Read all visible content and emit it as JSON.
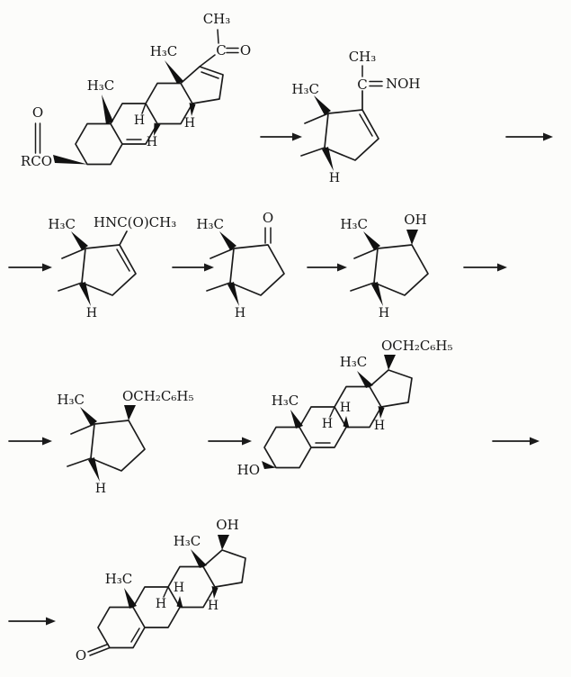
{
  "figure": {
    "kind": "scanned reaction scheme",
    "description": "Multi-step steroid synthesis: 16-dehydropregnenolone ester to testosterone",
    "background": "#fcfcfa",
    "ink": "#1b1b1b",
    "arrow_count": 10
  },
  "labels": {
    "s1": {
      "ch3": "CH₃",
      "c": "C",
      "o_acetyl": "O",
      "h3c_c18": "H₃C",
      "h3c_c19": "H₃C",
      "o_ester": "O",
      "rco": "RCO",
      "h1": "H",
      "h2": "H",
      "h3": "H"
    },
    "s2": {
      "ch3": "CH₃",
      "c": "C",
      "noh": "NOH",
      "h3c": "H₃C",
      "h": "H"
    },
    "s3": {
      "nhac": "HNC(O)CH₃",
      "h3c": "H₃C",
      "h": "H"
    },
    "s4": {
      "o": "O",
      "h3c": "H₃C",
      "h": "H"
    },
    "s5": {
      "oh": "OH",
      "h3c": "H₃C",
      "h": "H"
    },
    "s6": {
      "obn": "OCH₂C₆H₅",
      "h3c": "H₃C",
      "h": "H"
    },
    "s7": {
      "obn": "OCH₂C₆H₅",
      "h3c_c18": "H₃C",
      "h3c_c19": "H₃C",
      "ho": "HO",
      "h1": "H",
      "h2": "H",
      "h3": "H"
    },
    "s8": {
      "oh": "OH",
      "h3c_c18": "H₃C",
      "h3c_c19": "H₃C",
      "o": "O",
      "h1": "H",
      "h2": "H",
      "h3": "H"
    }
  }
}
